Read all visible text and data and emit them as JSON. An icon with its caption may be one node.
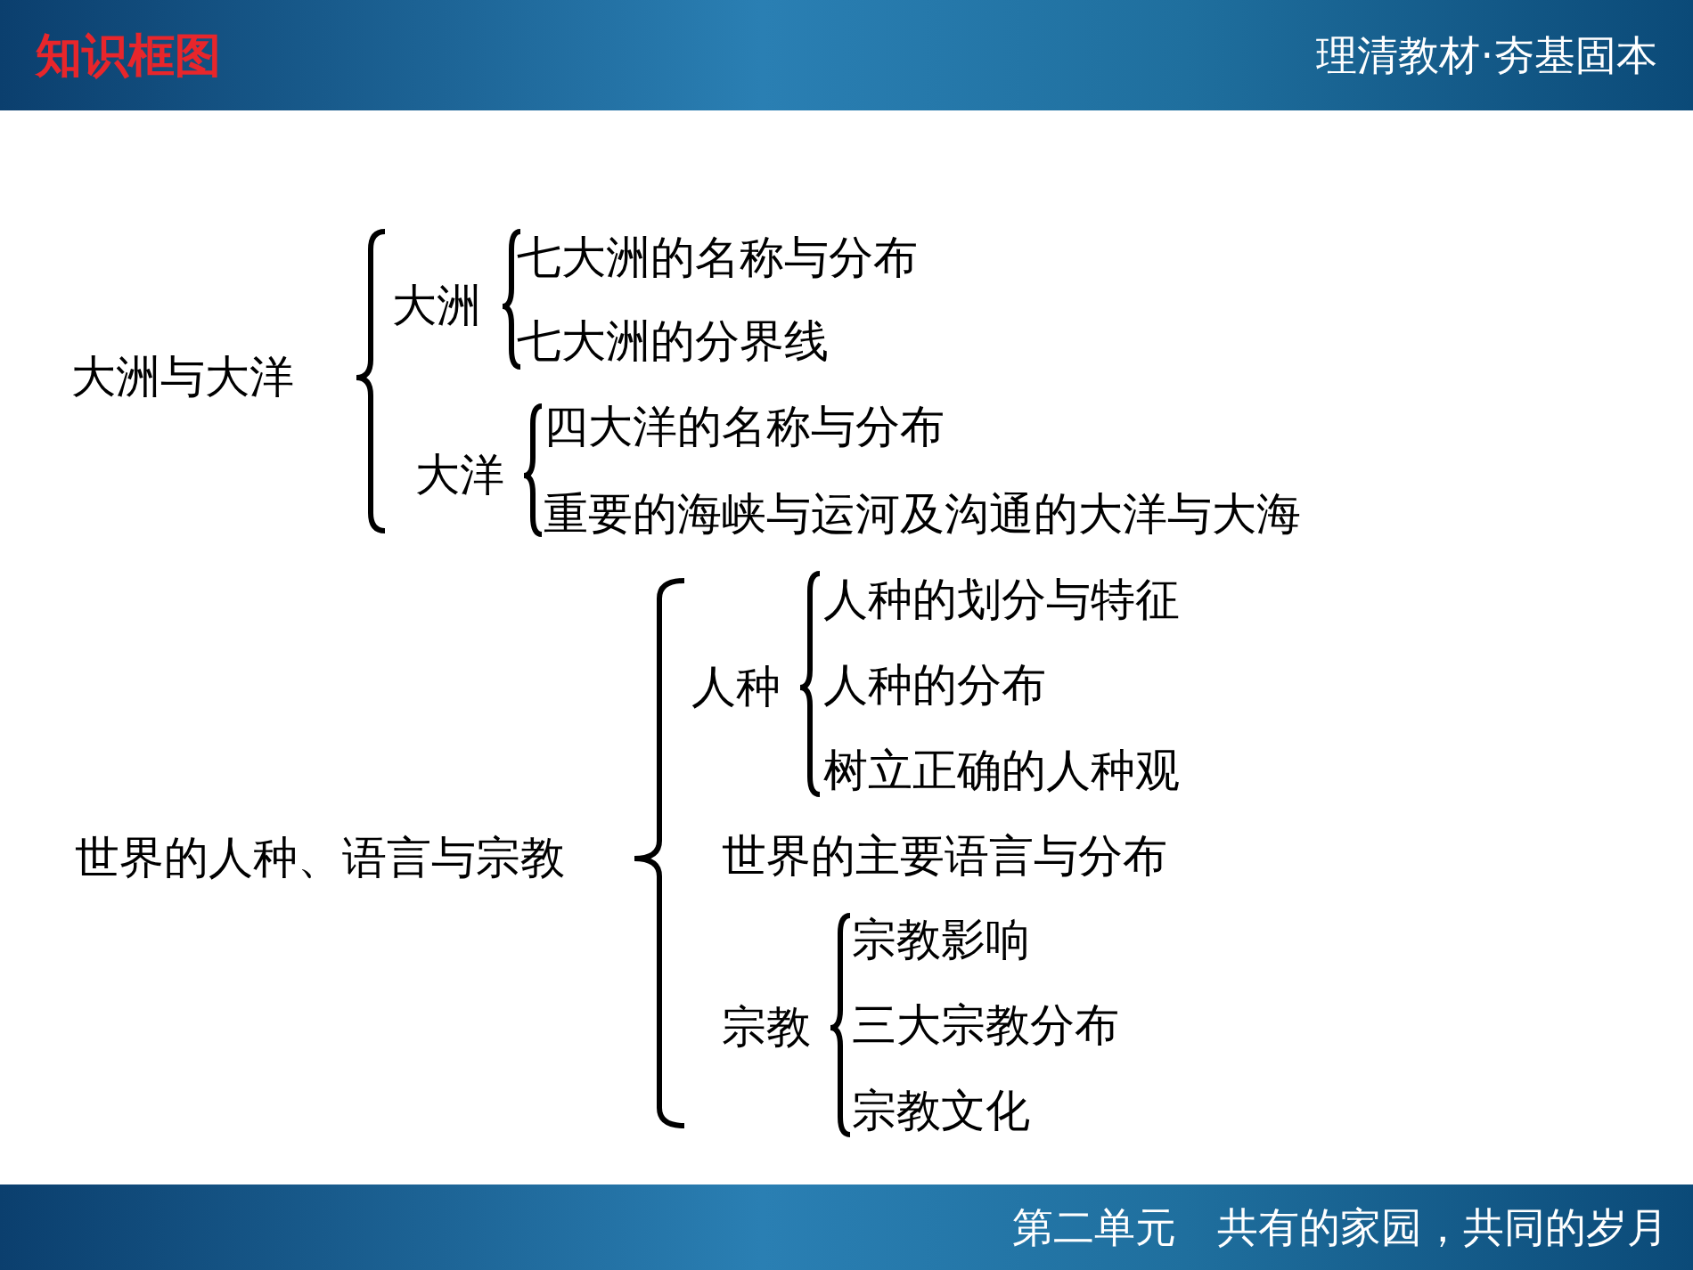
{
  "diagram": {
    "title": "知识框图",
    "nodes": [
      {
        "text": [
          "大洲与大洋"
        ]
      },
      {
        "text": [
          "大洲"
        ]
      },
      {
        "text": [
          "七大洲的名称与分布"
        ]
      },
      {
        "text": [
          "七大洲的分界线"
        ]
      },
      {
        "text": [
          "大洋"
        ]
      },
      {
        "text": [
          "四大洋的名称与分布"
        ]
      },
      {
        "text": [
          "重要的海峡与运河及沟通的大洋与大海"
        ]
      },
      {
        "text": [
          "世界的人种、语言与宗教"
        ]
      },
      {
        "text": [
          "人种"
        ]
      },
      {
        "text": [
          "人种的划分与特征"
        ]
      },
      {
        "text": [
          "人种的分布"
        ]
      },
      {
        "text": [
          "树立正确的人种观"
        ]
      },
      {
        "text": [
          "世界的主要语言与分布"
        ]
      },
      {
        "text": [
          "宗教"
        ]
      },
      {
        "text": [
          "宗教影响"
        ]
      },
      {
        "text": [
          "三大宗教分布"
        ]
      },
      {
        "text": [
          "宗教文化"
        ]
      }
    ],
    "labels": [
      "理清教材·夯基固本",
      "第二单元　共有的家园，共同的岁月"
    ]
  }
}
